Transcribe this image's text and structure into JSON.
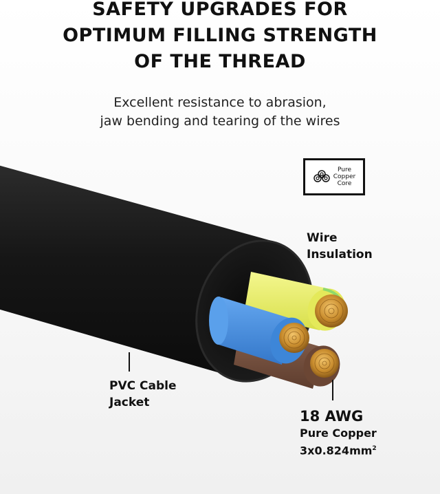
{
  "headline": {
    "lines": [
      "SAFETY UPGRADES FOR",
      "OPTIMUM FILLING STRENGTH",
      "OF THE THREAD"
    ]
  },
  "subhead": {
    "lines": [
      "Excellent resistance to abrasion,",
      "jaw bending and tearing of the wires"
    ]
  },
  "badge": {
    "icon": "copper-strands-icon",
    "lines": [
      "Pure",
      "Copper",
      "Core"
    ]
  },
  "callouts": {
    "wire_insulation": [
      "Wire",
      "Insulation"
    ],
    "pvc_jacket": [
      "PVC Cable",
      "Jacket"
    ],
    "gauge": {
      "awg": "18 AWG",
      "material": "Pure Copper",
      "size": "3x0.824mm",
      "size_sup": "2"
    }
  },
  "colors": {
    "jacket": "#1a1a1a",
    "yellow_insulation": "#e9ef6a",
    "blue_insulation": "#4a90e0",
    "brown_insulation": "#7a5340",
    "copper": "#c98d2e"
  }
}
